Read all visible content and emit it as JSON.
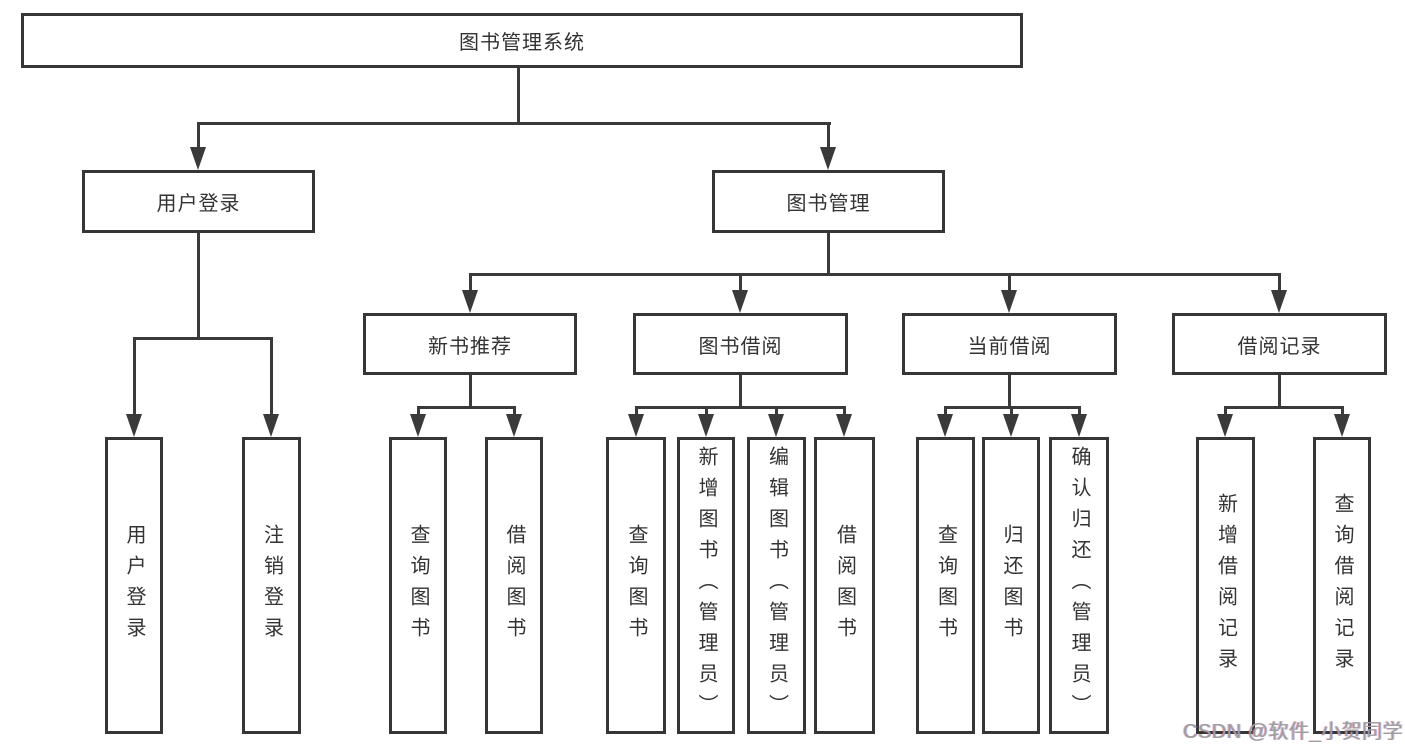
{
  "diagram": {
    "title": "图书管理系统",
    "colors": {
      "line": "#3a3a3a",
      "border": "#363636",
      "text": "#333333",
      "background": "#ffffff",
      "watermark": "#9e9e9e"
    },
    "tree": {
      "root": {
        "label": "图书管理系统"
      },
      "branches": [
        {
          "label": "用户登录",
          "children": [
            {
              "label": "用户登录"
            },
            {
              "label": "注销登录"
            }
          ]
        },
        {
          "label": "图书管理",
          "children": [
            {
              "label": "新书推荐",
              "children": [
                {
                  "label": "查询图书"
                },
                {
                  "label": "借阅图书"
                }
              ]
            },
            {
              "label": "图书借阅",
              "children": [
                {
                  "label": "查询图书"
                },
                {
                  "label": "新增图书（管理员）"
                },
                {
                  "label": "编辑图书（管理员）"
                },
                {
                  "label": "借阅图书"
                }
              ]
            },
            {
              "label": "当前借阅",
              "children": [
                {
                  "label": "查询图书"
                },
                {
                  "label": "归还图书"
                },
                {
                  "label": "确认归还（管理员）"
                }
              ]
            },
            {
              "label": "借阅记录",
              "children": [
                {
                  "label": "新增借阅记录"
                },
                {
                  "label": "查询借阅记录"
                }
              ]
            }
          ]
        }
      ]
    },
    "watermark": "CSDN @软件_小贺同学"
  }
}
